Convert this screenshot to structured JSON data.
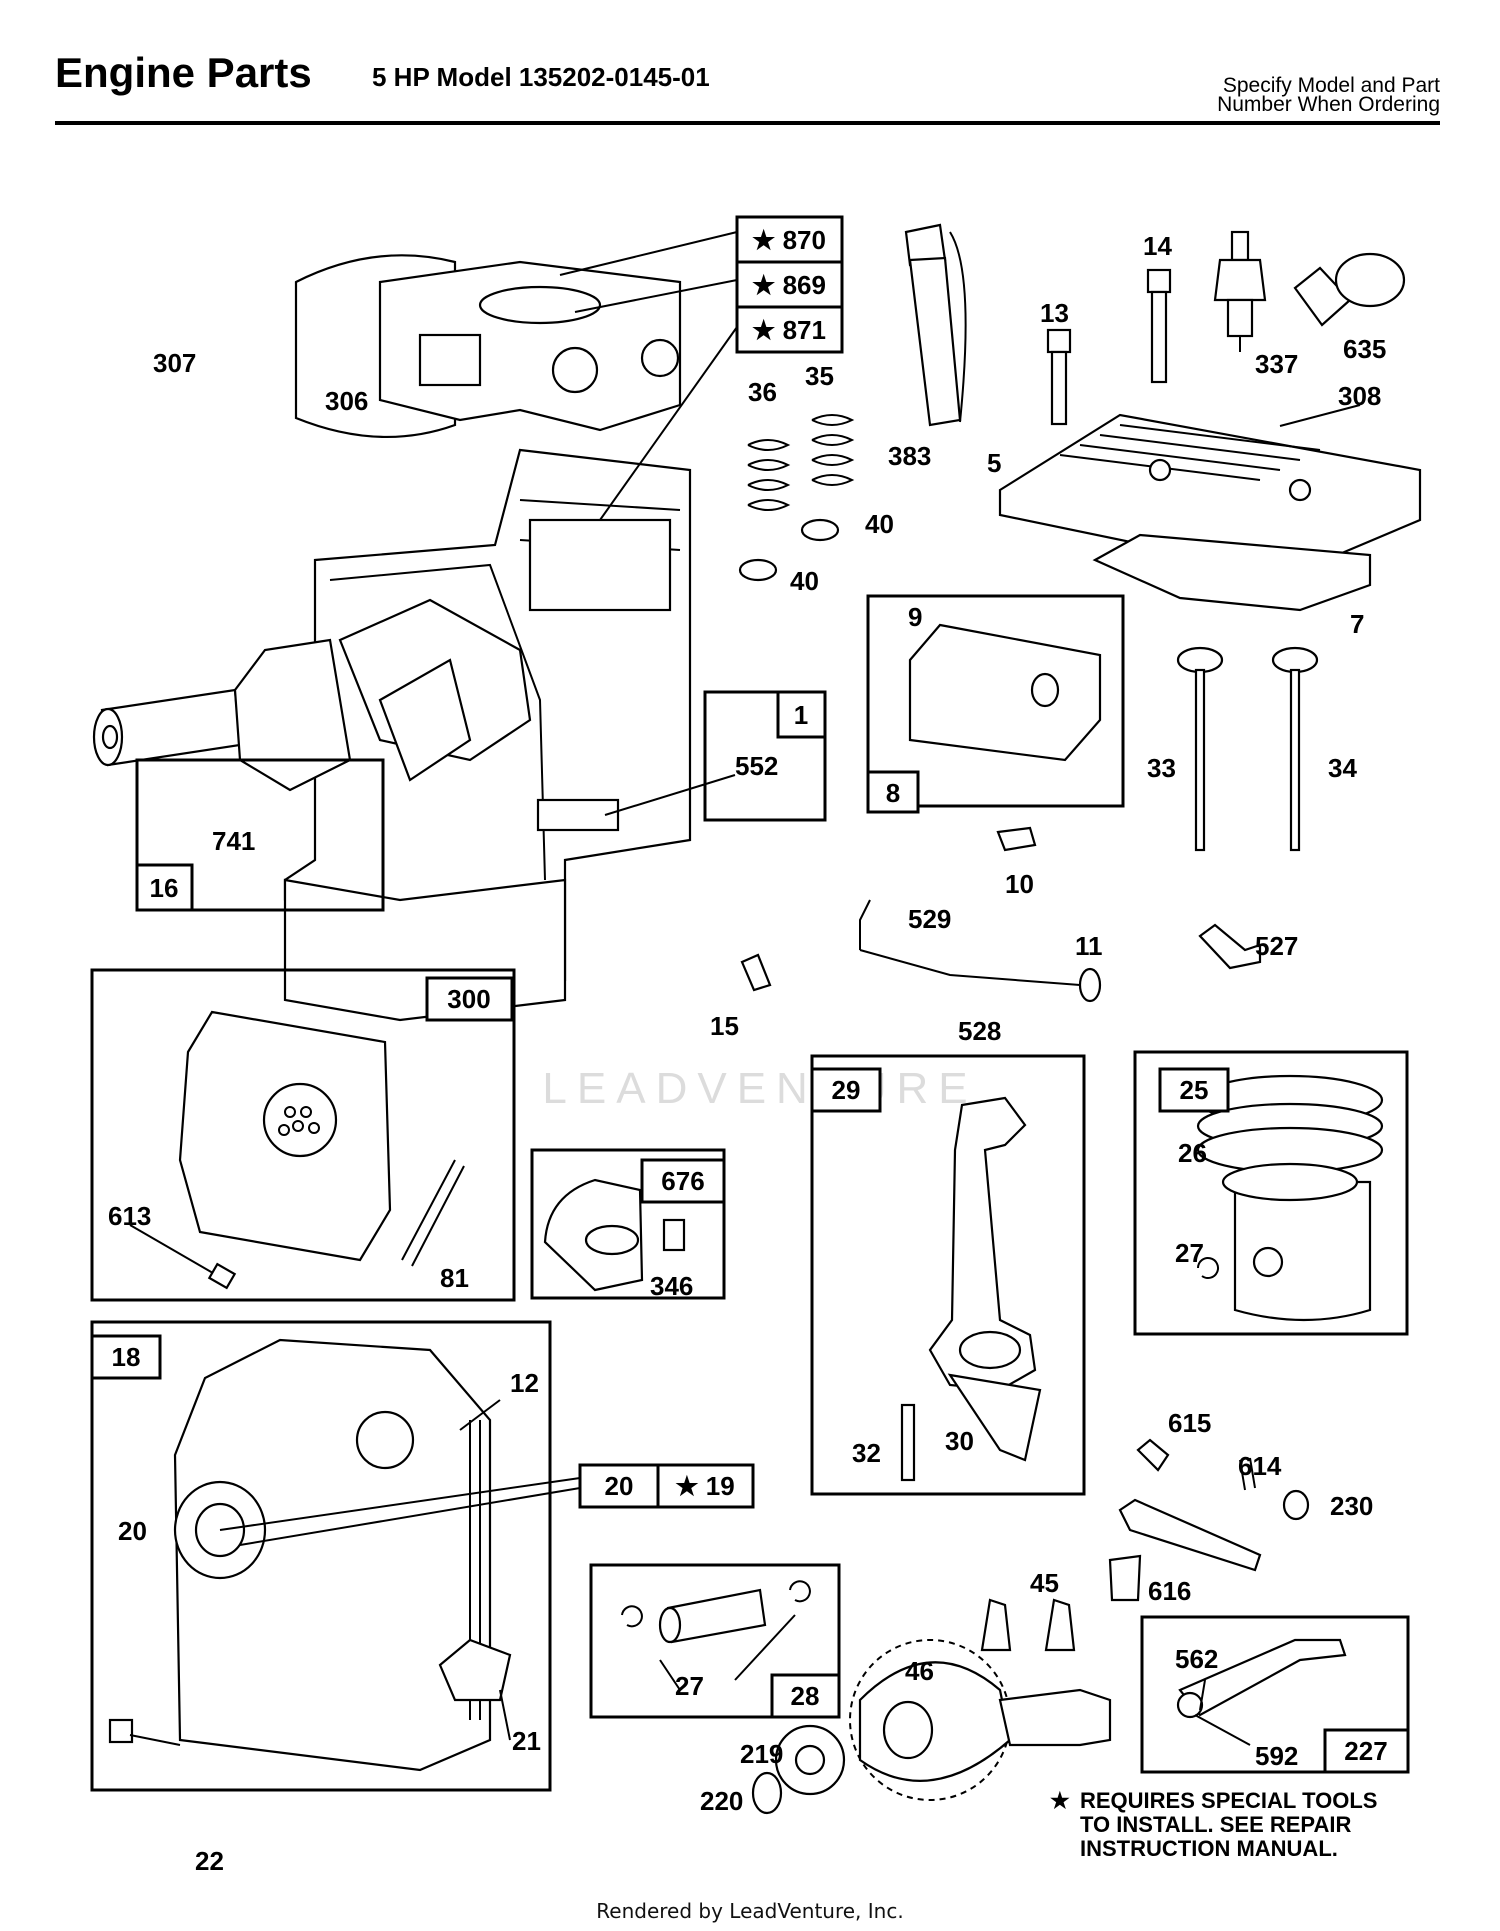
{
  "header": {
    "title": "Engine Parts",
    "model": "5 HP Model 135202-0145-01",
    "note_line1": "Specify Model and Part",
    "note_line2": "Number When Ordering"
  },
  "watermark": "LEADVENTURE",
  "footer": "Rendered by LeadVenture, Inc.",
  "note": {
    "star": "★",
    "line1": "REQUIRES SPECIAL TOOLS",
    "line2": "TO INSTALL. SEE REPAIR",
    "line3": "INSTRUCTION MANUAL."
  },
  "kit_tags": {
    "t870": "★ 870",
    "t869": "★ 869",
    "t871": "★ 871",
    "t1": "1",
    "t16": "16",
    "t8": "8",
    "t300": "300",
    "t676": "676",
    "t29": "29",
    "t25": "25",
    "t18": "18",
    "t20": "20",
    "t19": "★ 19",
    "t28": "28",
    "t227": "227"
  },
  "part_labels": {
    "p307": "307",
    "p306": "306",
    "p36": "36",
    "p35": "35",
    "p383": "383",
    "p13": "13",
    "p14": "14",
    "p337": "337",
    "p635": "635",
    "p308": "308",
    "p5": "5",
    "p40a": "40",
    "p40b": "40",
    "p7": "7",
    "p9": "9",
    "p552": "552",
    "p741": "741",
    "p33": "33",
    "p34": "34",
    "p10": "10",
    "p529": "529",
    "p11": "11",
    "p527": "527",
    "p15": "15",
    "p528": "528",
    "p613": "613",
    "p81": "81",
    "p346": "346",
    "p26": "26",
    "p27a": "27",
    "p12": "12",
    "p20": "20",
    "p32": "32",
    "p30": "30",
    "p615": "615",
    "p614": "614",
    "p230": "230",
    "p616": "616",
    "p45": "45",
    "p27b": "27",
    "p562": "562",
    "p46": "46",
    "p592": "592",
    "p219": "219",
    "p220": "220",
    "p21": "21",
    "p22": "22"
  }
}
